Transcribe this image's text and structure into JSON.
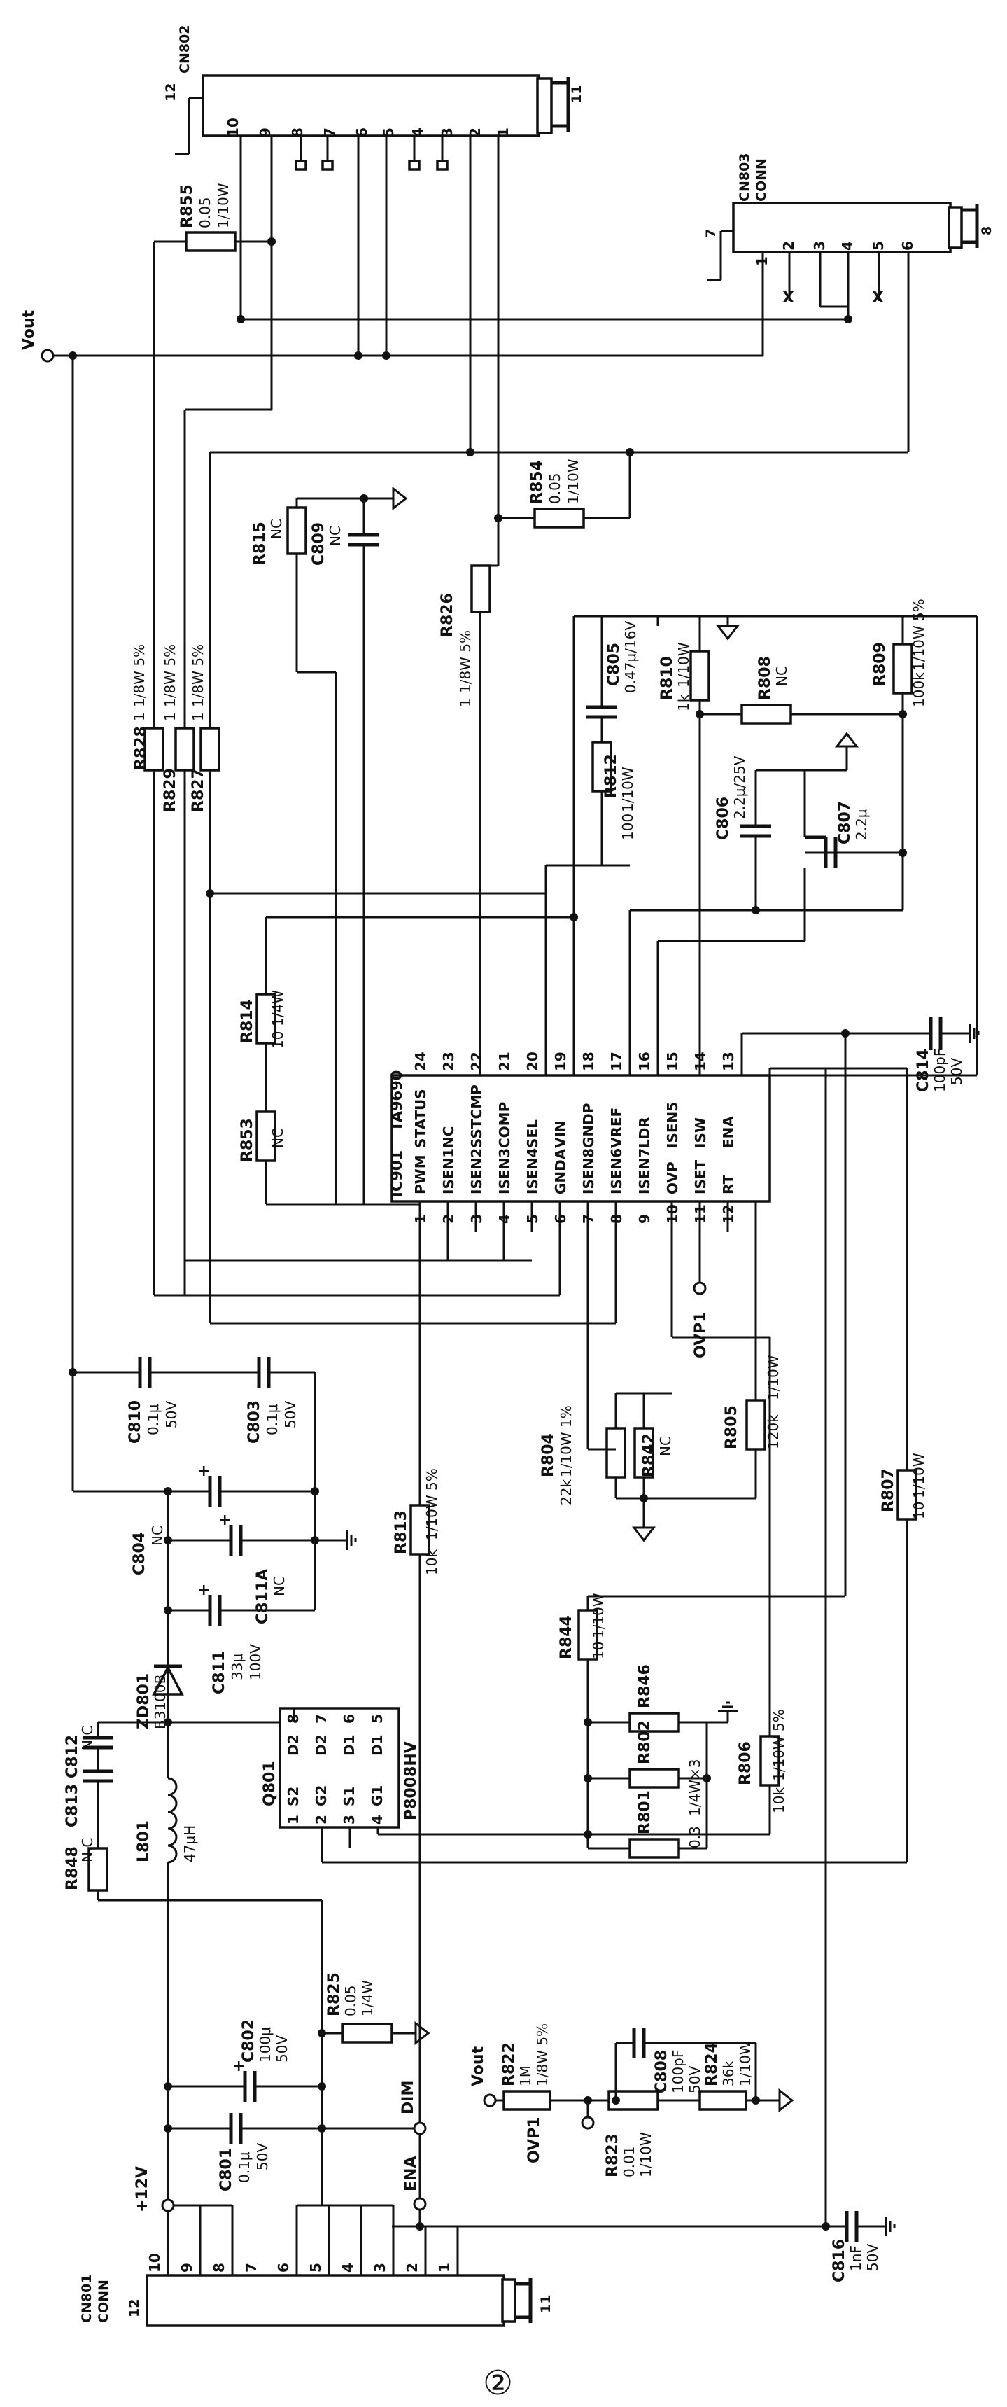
{
  "page_number": "②",
  "ic": {
    "ref": "IC901",
    "part": "TA9690",
    "pins_top": [
      {
        "num": "24",
        "name": "STATUS"
      },
      {
        "num": "23",
        "name": "NC"
      },
      {
        "num": "22",
        "name": "SSTCMP"
      },
      {
        "num": "21",
        "name": "COMP"
      },
      {
        "num": "20",
        "name": "SEL"
      },
      {
        "num": "19",
        "name": "VIN"
      },
      {
        "num": "18",
        "name": "GNDP"
      },
      {
        "num": "17",
        "name": "VREF"
      },
      {
        "num": "16",
        "name": "LDR"
      },
      {
        "num": "15",
        "name": "ISEN5"
      },
      {
        "num": "14",
        "name": "ISW"
      },
      {
        "num": "13",
        "name": "ENA"
      }
    ],
    "pins_bottom": [
      {
        "num": "1",
        "name": "PWM"
      },
      {
        "num": "2",
        "name": "ISEN1"
      },
      {
        "num": "3",
        "name": "ISEN2"
      },
      {
        "num": "4",
        "name": "ISEN3"
      },
      {
        "num": "5",
        "name": "ISEN4"
      },
      {
        "num": "6",
        "name": "GNDA"
      },
      {
        "num": "7",
        "name": "ISEN8"
      },
      {
        "num": "8",
        "name": "ISEN6"
      },
      {
        "num": "9",
        "name": "ISEN7"
      },
      {
        "num": "10",
        "name": "OVP"
      },
      {
        "num": "11",
        "name": "ISET"
      },
      {
        "num": "12",
        "name": "RT"
      }
    ]
  },
  "q801": {
    "ref": "Q801",
    "part": "P8008HV",
    "pins_top": [
      "8",
      "7",
      "6",
      "5"
    ],
    "names_top": [
      "D2",
      "D2",
      "D1",
      "D1"
    ],
    "pins_bottom": [
      "1",
      "2",
      "3",
      "4"
    ],
    "names_bottom": [
      "S2",
      "G2",
      "S1",
      "G1"
    ]
  },
  "connectors": {
    "cn802": {
      "ref": "CN802",
      "end_left": "12",
      "end_right": "11",
      "pins": [
        "10",
        "9",
        "8",
        "7",
        "6",
        "5",
        "4",
        "3",
        "2",
        "1"
      ]
    },
    "cn803": {
      "ref": "CN803",
      "type": "CONN",
      "end_left": "7",
      "end_right": "8",
      "pins": [
        "1",
        "2",
        "3",
        "4",
        "5",
        "6"
      ],
      "nc_mark": "X"
    },
    "cn801": {
      "ref": "CN801",
      "type": "CONN",
      "end_left": "12",
      "end_right": "11",
      "pins": [
        "10",
        "9",
        "8",
        "7",
        "6",
        "5",
        "4",
        "3",
        "2",
        "1"
      ]
    }
  },
  "nets": {
    "vout": "Vout",
    "vout2": "Vout",
    "ovp1_a": "OVP1",
    "ovp1_b": "OVP1",
    "v12": "+12V",
    "dim": "DIM",
    "ena": "ENA"
  },
  "components": {
    "r855": {
      "ref": "R855",
      "value": "0.05",
      "rating": "1/10W"
    },
    "r854": {
      "ref": "R854",
      "value": "0.05",
      "rating": "1/10W"
    },
    "r815": {
      "ref": "R815",
      "value": "NC"
    },
    "c809": {
      "ref": "C809",
      "value": "NC"
    },
    "r826": {
      "ref": "R826",
      "value": "1",
      "rating": "1/8W 5%"
    },
    "r828": {
      "ref": "R828",
      "value": "1",
      "rating": "1/8W 5%"
    },
    "r829": {
      "ref": "R829",
      "value": "1",
      "rating": "1/8W 5%"
    },
    "r827": {
      "ref": "R827",
      "value": "1",
      "rating": "1/8W 5%"
    },
    "c805": {
      "ref": "C805",
      "value": "0.47μ/16V"
    },
    "r810": {
      "ref": "R810",
      "value": "1k",
      "rating": "1/10W"
    },
    "r808": {
      "ref": "R808",
      "value": "NC"
    },
    "r809": {
      "ref": "R809",
      "value": "100k",
      "rating": "1/10W 5%"
    },
    "r812": {
      "ref": "R812",
      "value": "100",
      "rating": "1/10W"
    },
    "c806": {
      "ref": "C806",
      "value": "2.2μ/25V"
    },
    "c807": {
      "ref": "C807",
      "value": "2.2μ"
    },
    "r814": {
      "ref": "R814",
      "value": "10",
      "rating": "1/4W"
    },
    "r853": {
      "ref": "R853",
      "value": "NC"
    },
    "c814": {
      "ref": "C814",
      "value": "100pF",
      "rating": "50V"
    },
    "c810": {
      "ref": "C810",
      "value": "0.1μ",
      "rating": "50V"
    },
    "c803": {
      "ref": "C803",
      "value": "0.1μ",
      "rating": "50V"
    },
    "c804": {
      "ref": "C804",
      "value": "NC"
    },
    "c811a": {
      "ref": "C811A",
      "value": "NC"
    },
    "c811": {
      "ref": "C811",
      "value": "33μ",
      "rating": "100V"
    },
    "zd801": {
      "ref": "ZD801",
      "value": "B3100B"
    },
    "r804": {
      "ref": "R804",
      "value": "22k",
      "rating": "1/10W 1%"
    },
    "r842": {
      "ref": "R842",
      "value": "NC"
    },
    "r805": {
      "ref": "R805",
      "value": "120k",
      "rating": "1/10W"
    },
    "r807": {
      "ref": "R807",
      "value": "10",
      "rating": "1/10W"
    },
    "r813": {
      "ref": "R813",
      "value": "10k",
      "rating": "1/10W 5%"
    },
    "c812": {
      "ref": "C812",
      "value": "N.C"
    },
    "c813": {
      "ref": "C813"
    },
    "l801": {
      "ref": "L801",
      "value": "47μH"
    },
    "r848": {
      "ref": "R848",
      "value": "N.C"
    },
    "r844": {
      "ref": "R844",
      "value": "10",
      "rating": "1/10W"
    },
    "r846": {
      "ref": "R846"
    },
    "r802": {
      "ref": "R802"
    },
    "r801": {
      "ref": "R801",
      "value": "0.3",
      "rating": "1/4W×3"
    },
    "r806": {
      "ref": "R806",
      "value": "10k",
      "rating": "1/10W 5%"
    },
    "c802": {
      "ref": "C802",
      "value": "100μ",
      "rating": "50V"
    },
    "r825": {
      "ref": "R825",
      "value": "0.05",
      "rating": "1/4W"
    },
    "c801": {
      "ref": "C801",
      "value": "0.1μ",
      "rating": "50V"
    },
    "r822": {
      "ref": "R822",
      "value": "1M",
      "rating": "1/8W 5%"
    },
    "c808": {
      "ref": "C808",
      "value": "100pF",
      "rating": "50V"
    },
    "r823": {
      "ref": "R823",
      "value": "0.01",
      "rating": "1/10W"
    },
    "r824": {
      "ref": "R824",
      "value": "36k",
      "rating": "1/10W"
    },
    "c816": {
      "ref": "C816",
      "value": "1nF",
      "rating": "50V"
    }
  }
}
